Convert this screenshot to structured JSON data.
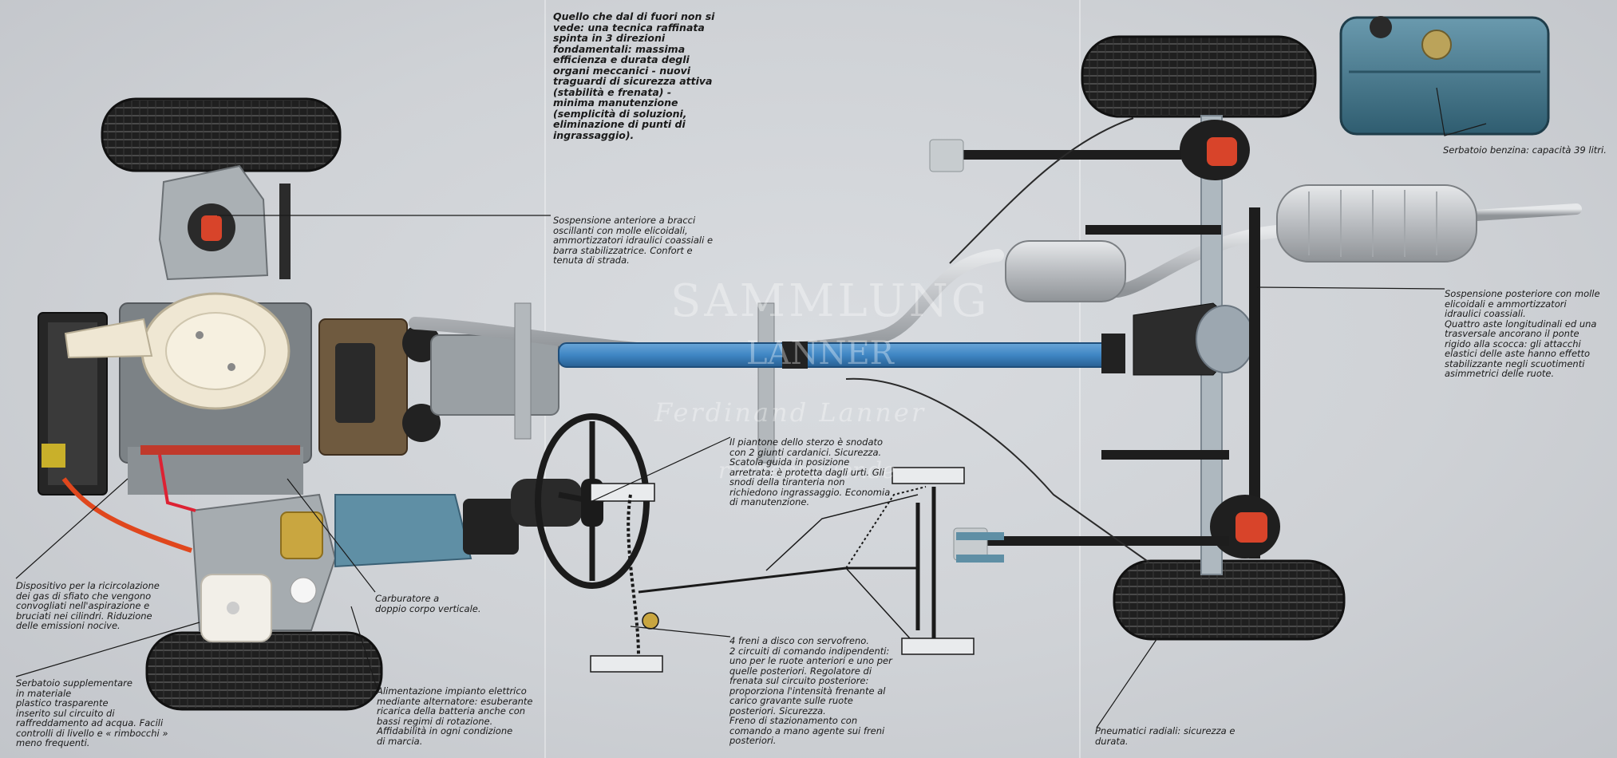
{
  "intro": "Quello che dal di fuori non si\nvede: una tecnica raffinata\nspinta in 3 direzioni\nfondamentali: massima\nefficienza e durata degli\norgani meccanici - nuovi\ntraguardi di sicurezza attiva\n(stabilità e frenata) -\nminima manutenzione\n(semplicità di soluzioni,\neliminazione di punti di\ningrassaggio).",
  "captions": {
    "front_suspension": "Sospensione anteriore a bracci\noscillanti con molle elicoidali,\nammortizzatori idraulici coassiali e\nbarra stabilizzatrice. Confort e\ntenuta di strada.",
    "fuel_tank": "Serbatoio benzina: capacità 39 litri.",
    "rear_suspension": "Sospensione posteriore con molle\nelicoidali e ammortizzatori\nidraulici coassiali.\nQuattro aste longitudinali ed una\ntrasversale ancorano il ponte\nrigido alla scocca: gli attacchi\nelastici delle aste hanno effetto\nstabilizzante negli scuotimenti\nasimmetrici delle ruote.",
    "steering": "Il piantone dello sterzo è snodato\ncon 2 giunti cardanici. Sicurezza.\nScatola guida in posizione\narretrata: è protetta dagli urti. Gli\nsnodi della tiranteria non\nrichiedono ingrassaggio. Economia\ndi manutenzione.",
    "recirculation": "Dispositivo per la ricircolazione\ndei gas di sfiato che vengono\nconvogliati nell'aspirazione e\nbruciati nei cilindri. Riduzione\ndelle emissioni nocive.",
    "carburetor": "Carburatore a\ndoppio corpo verticale.",
    "reservoir": "Serbatoio supplementare\nin materiale\nplastico trasparente\ninserito sul circuito di\nraffreddamento ad acqua. Facili\ncontrolli di livello e « rimbocchi »\nmeno frequenti.",
    "alternator": "Alimentazione impianto elettrico\nmediante alternatore: esuberante\nricarica della batteria anche con\nbassi regimi di rotazione.\nAffidabilità in ogni condizione\ndi marcia.",
    "brakes": "4 freni a disco con servofreno.\n2 circuiti di comando indipendenti:\nuno per le ruote anteriori e uno per\nquelle posteriori. Regolatore di\nfrenata sul circuito posteriore:\nproporziona l'intensità frenante al\ncarico gravante sulle ruote\nposteriori. Sicurezza.\nFreno di stazionamento con\ncomando a mano agente sui freni\nposteriori.",
    "tyres": "Pneumatici radiali: sicurezza e\ndurata."
  },
  "watermark": {
    "line1": "SAMMLUNG",
    "line2": "LANNER",
    "line3": "Ferdinand Lanner",
    "line4": "ruckenbauer.de"
  },
  "colors": {
    "background": "#cfd2d6",
    "driveshaft": "#3f86c4",
    "tank": "#3f7287",
    "tire": "#1c1c1c",
    "exhaust": "#b9bcc0",
    "spring_red": "#d8442a"
  }
}
